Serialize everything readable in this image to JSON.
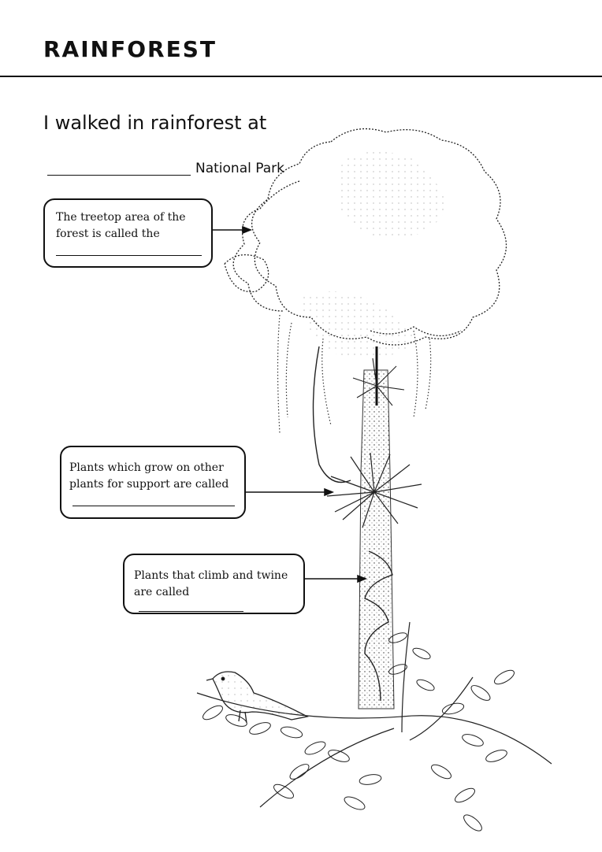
{
  "header": {
    "title": "RAINFOREST"
  },
  "intro": {
    "line": "I walked in rainforest at",
    "park_suffix": "National Park"
  },
  "questions": [
    {
      "line1": "The treetop area of the",
      "line2": "forest is called the"
    },
    {
      "line1": "Plants which grow on other",
      "line2": "plants for support are called"
    },
    {
      "line1": "Plants that climb and twine",
      "line2": "are called"
    }
  ]
}
